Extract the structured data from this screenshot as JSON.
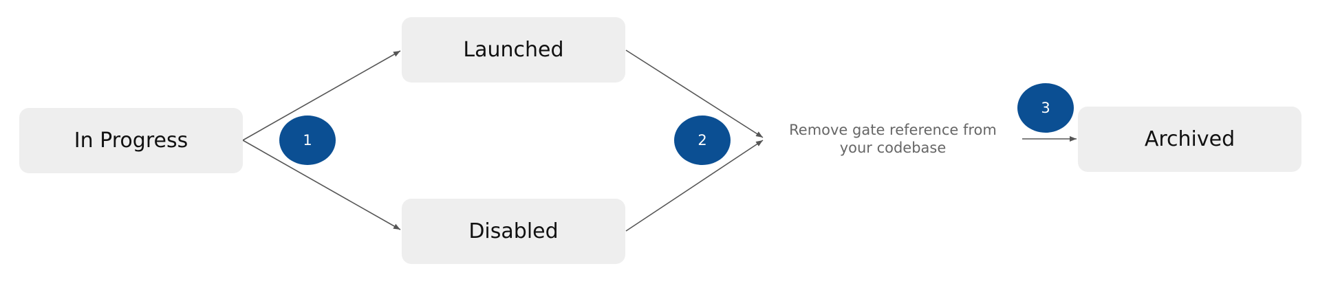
{
  "nodes": {
    "in_progress": "In Progress",
    "launched": "Launched",
    "disabled": "Disabled",
    "archived": "Archived"
  },
  "steps": [
    "1",
    "2",
    "3"
  ],
  "note": {
    "line1": "Remove gate reference from",
    "line2": "your codebase"
  },
  "colors": {
    "node_fill": "#eeeeee",
    "badge_fill": "#0b4f93",
    "badge_text": "#ffffff",
    "arrow": "#555555",
    "note_text": "#666666"
  }
}
